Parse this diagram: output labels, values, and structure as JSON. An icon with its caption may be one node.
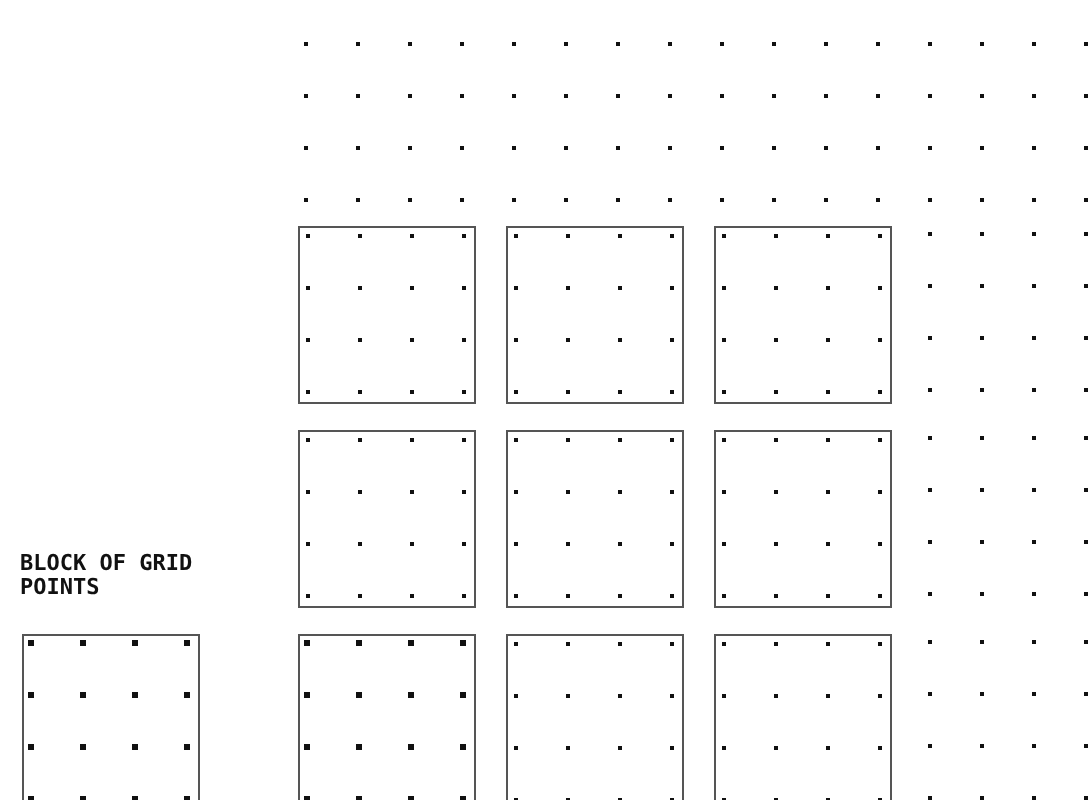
{
  "diagram": {
    "nodes": [
      {
        "text": [
          "BLOCK OF GRID POINTS"
        ]
      },
      {
        "text": [],
        "shape": "box"
      },
      {
        "text": [],
        "shape": "box"
      },
      {
        "text": [],
        "shape": "box"
      },
      {
        "text": [],
        "shape": "box"
      },
      {
        "text": [],
        "shape": "box"
      },
      {
        "text": [],
        "shape": "box"
      },
      {
        "text": [],
        "shape": "box"
      },
      {
        "text": [],
        "shape": "box"
      },
      {
        "text": [],
        "shape": "box"
      }
    ]
  }
}
